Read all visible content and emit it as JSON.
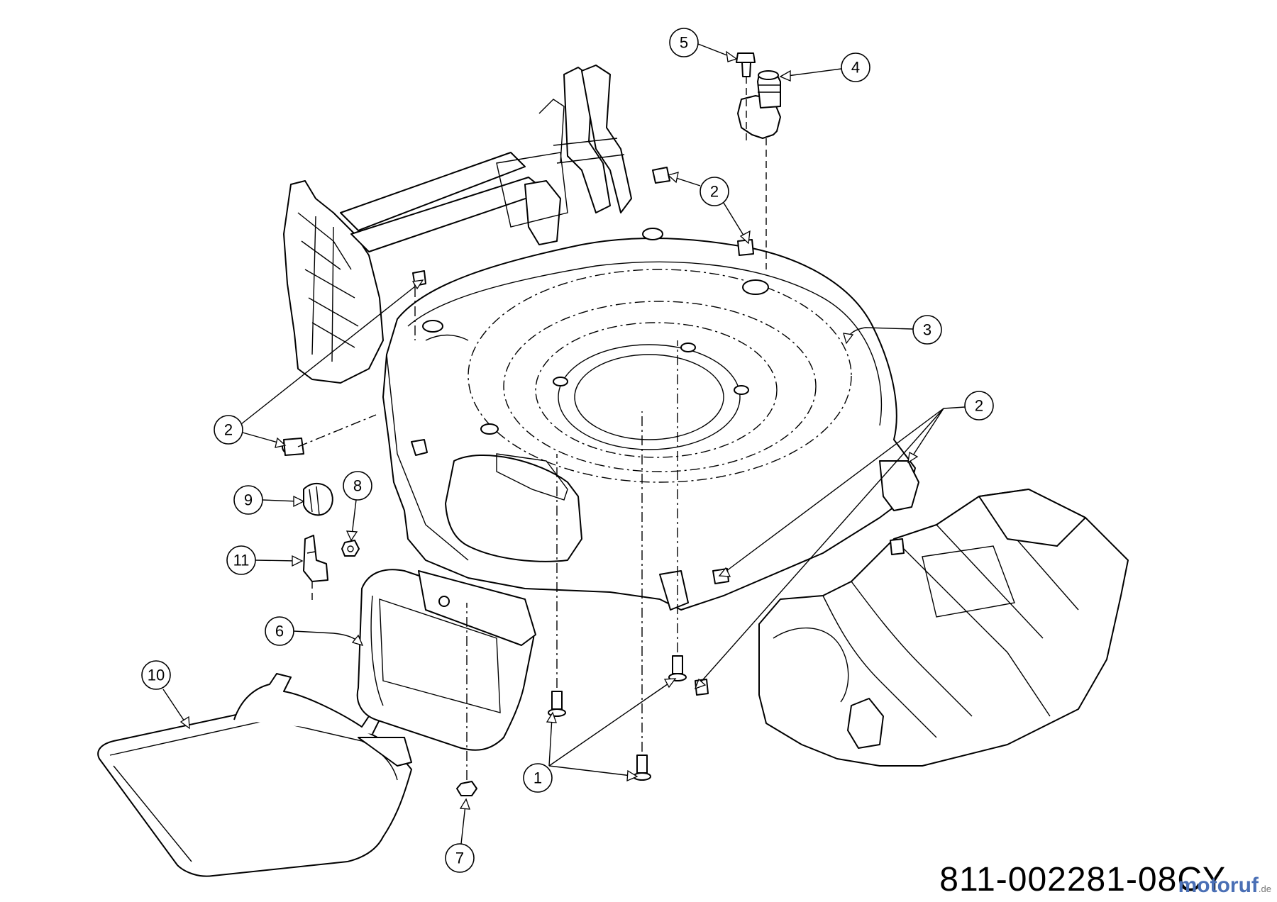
{
  "drawing_code": "811-002281-08CY",
  "watermark": {
    "text": "motoruf",
    "suffix": ".de"
  },
  "callouts": [
    {
      "id": "c5",
      "label": "5"
    },
    {
      "id": "c4",
      "label": "4"
    },
    {
      "id": "c2a",
      "label": "2"
    },
    {
      "id": "c3",
      "label": "3"
    },
    {
      "id": "c2b",
      "label": "2"
    },
    {
      "id": "c2c",
      "label": "2"
    },
    {
      "id": "c9",
      "label": "9"
    },
    {
      "id": "c8",
      "label": "8"
    },
    {
      "id": "c11",
      "label": "11"
    },
    {
      "id": "c6",
      "label": "6"
    },
    {
      "id": "c10",
      "label": "10"
    },
    {
      "id": "c7",
      "label": "7"
    },
    {
      "id": "c1",
      "label": "1"
    }
  ]
}
